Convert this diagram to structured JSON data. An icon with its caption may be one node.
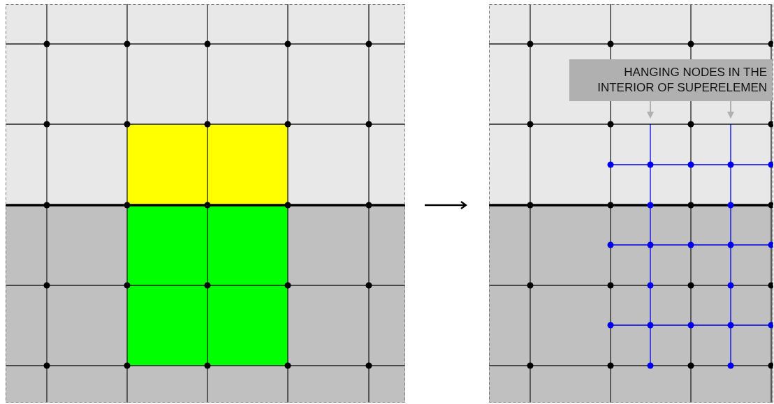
{
  "diagram": {
    "nodes": [
      {
        "text": [],
        "shape": "picture"
      },
      {
        "text": [],
        "shape": "picture"
      },
      {
        "text": [
          "HANGING NODES IN THE INTERIOR OF SUPERELEMEN"
        ],
        "in": 1
      }
    ],
    "edges": [
      {
        "from": 0,
        "to": 1,
        "arrow": "to",
        "color": "#000000"
      },
      {
        "from": 2,
        "to": null,
        "arrow": "to"
      },
      {
        "from": 2,
        "to": null,
        "arrow": "to"
      }
    ]
  }
}
